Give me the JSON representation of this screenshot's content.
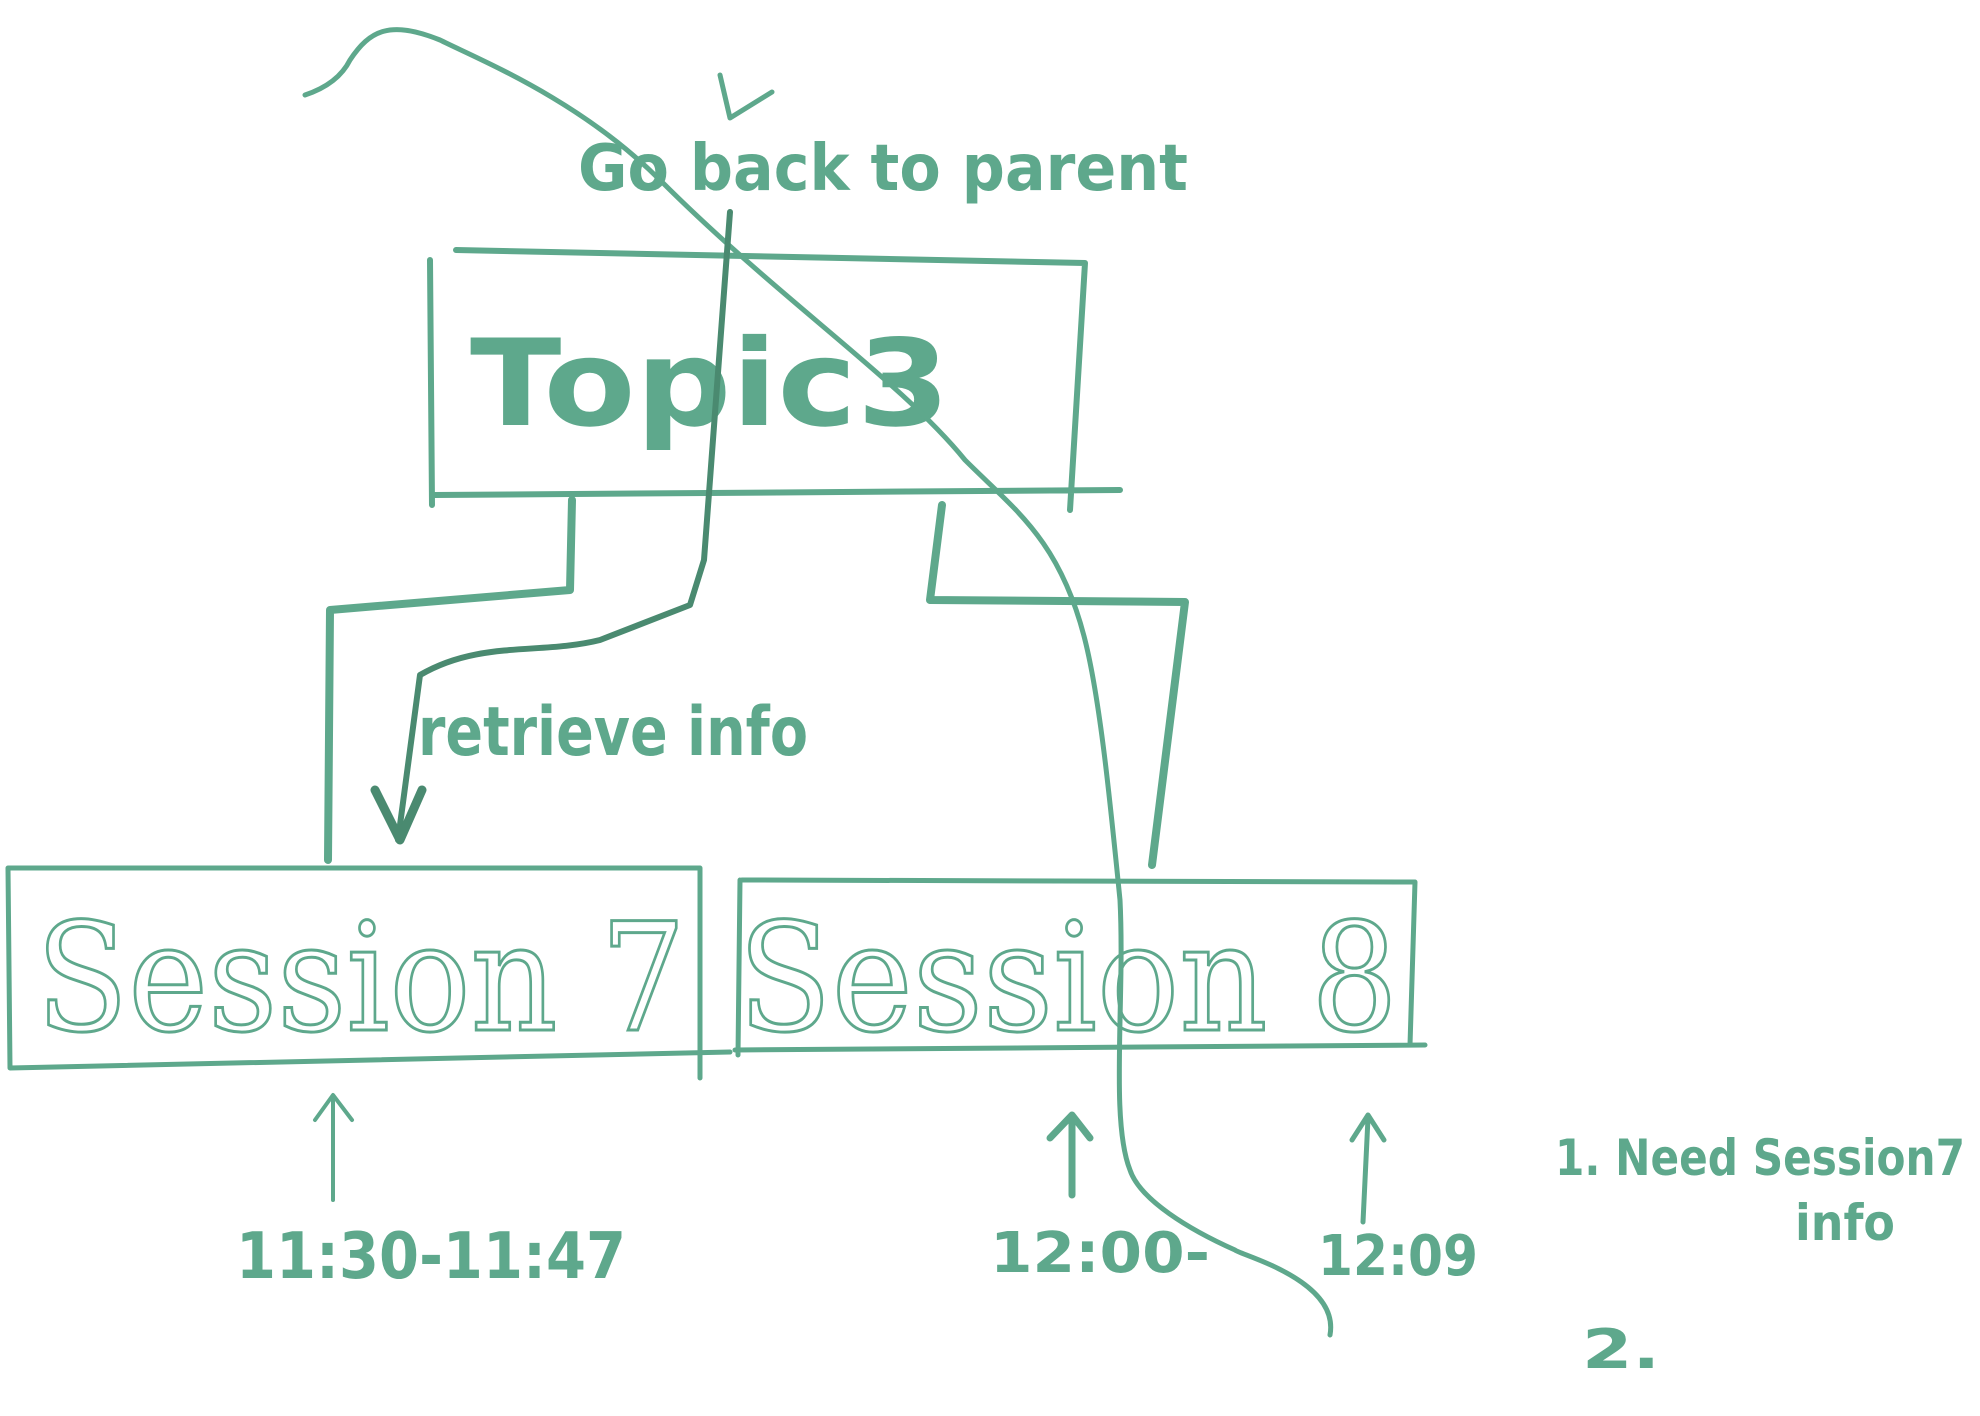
{
  "diagram": {
    "topic_label": "Topic3",
    "sessions": [
      {
        "label": "Session 7"
      },
      {
        "label": "Session 8"
      }
    ],
    "annotations": {
      "go_back": "Go back to parent",
      "retrieve": "retrieve info",
      "need_line1": "1. Need Session7",
      "need_line2": "info",
      "step2": "2."
    },
    "times": {
      "session7_range": "11:30-11:47",
      "session8_start": "12:00-",
      "session8_end": "12:09"
    },
    "colors": {
      "stroke": "#5ea88c",
      "stroke_dark": "#4a8a70",
      "text": "#5ea88c"
    }
  }
}
